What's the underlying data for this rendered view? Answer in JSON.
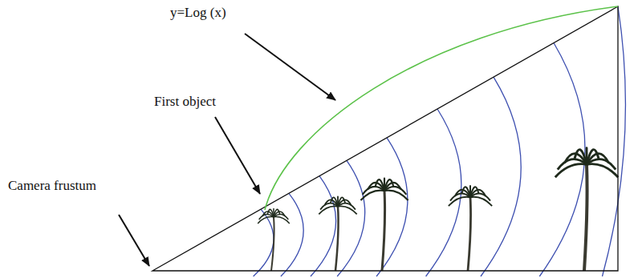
{
  "diagram": {
    "labels": [
      "y=Log (x)",
      "First object",
      "Camera frustum"
    ]
  }
}
